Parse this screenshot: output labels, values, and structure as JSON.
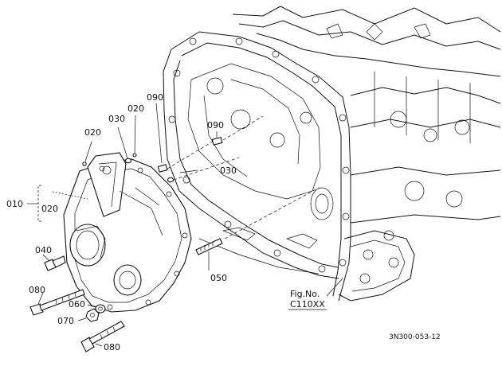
{
  "callouts": {
    "c010": "010",
    "c020_group": "020",
    "c020_a": "020",
    "c020_b": "020",
    "c030_a": "030",
    "c030_b": "030",
    "c090_a": "090",
    "c090_b": "090",
    "c040": "040",
    "c050": "050",
    "c060": "060",
    "c070": "070",
    "c080_a": "080",
    "c080_b": "080"
  },
  "fig_ref": {
    "label": "Fig.No.",
    "number": "C110XX"
  },
  "drawing_code": "3N300-053-12"
}
